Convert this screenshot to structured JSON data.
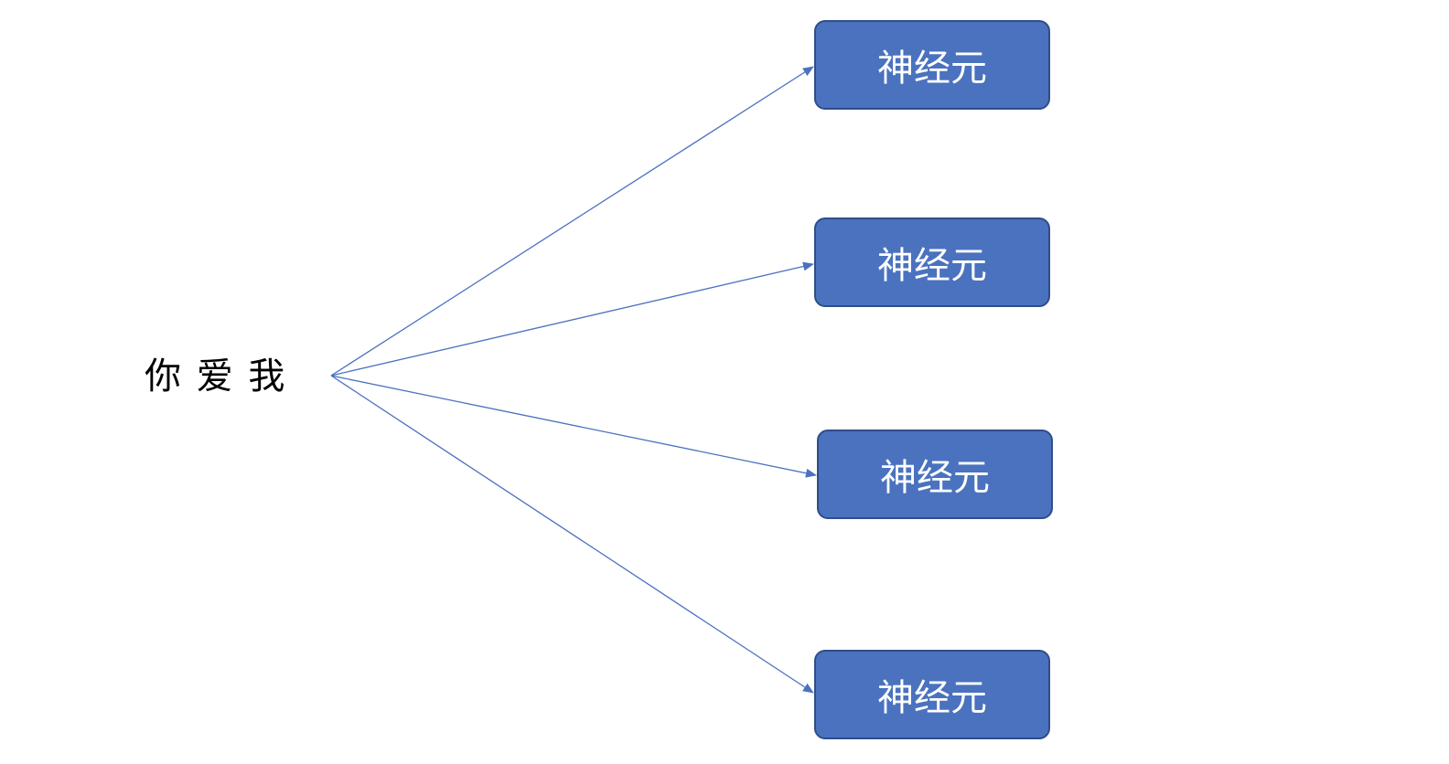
{
  "input": {
    "text": "你 爱 我"
  },
  "neurons": [
    {
      "label": "神经元"
    },
    {
      "label": "神经元"
    },
    {
      "label": "神经元"
    },
    {
      "label": "神经元"
    }
  ],
  "colors": {
    "neuron_fill": "#4a72bf",
    "neuron_border": "#2f4d88",
    "arrow": "#4a72bf",
    "text": "#000000",
    "neuron_text": "#ffffff"
  },
  "icons": {
    "arrowhead": "arrowhead-icon"
  }
}
